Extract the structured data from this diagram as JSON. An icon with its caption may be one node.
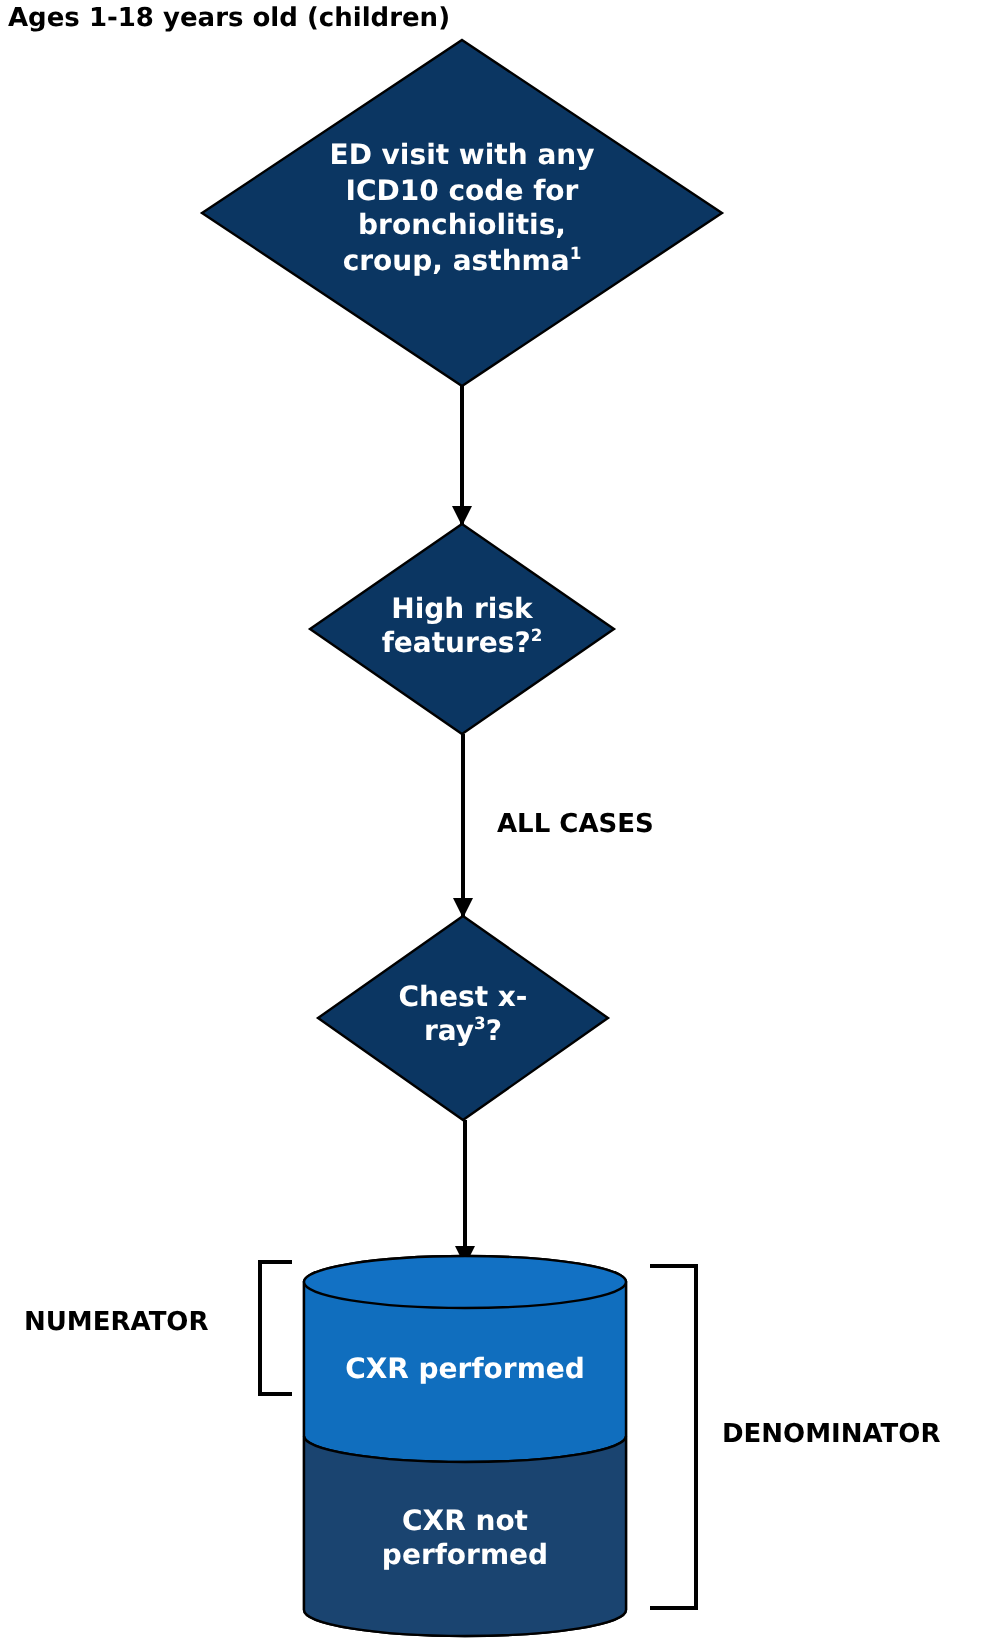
{
  "diagram": {
    "title": "Ages 1-18 years old (children)",
    "nodes": [
      {
        "text": [
          "ED visit with any ICD10 code for bronchiolitis, croup, asthma$^{1}$"
        ]
      },
      {
        "text": [
          "High risk features?$^{2}$"
        ]
      },
      {
        "text": [
          "Chest x-ray$^{3}$?"
        ]
      },
      {
        "text": [],
        "shape": "cylinder"
      },
      {
        "text": [
          "CXR performed"
        ],
        "in": 3
      },
      {
        "text": [
          "CXR not performed"
        ],
        "in": 3
      }
    ],
    "edges": [
      {
        "from": 0,
        "to": 1,
        "arrow": "to"
      },
      {
        "from": 1,
        "to": 2,
        "arrow": "to",
        "label": "ALL CASES"
      },
      {
        "from": 2,
        "to": 3,
        "arrow": "to"
      }
    ],
    "labels": [
      "NUMERATOR",
      "DENOMINATOR"
    ]
  }
}
